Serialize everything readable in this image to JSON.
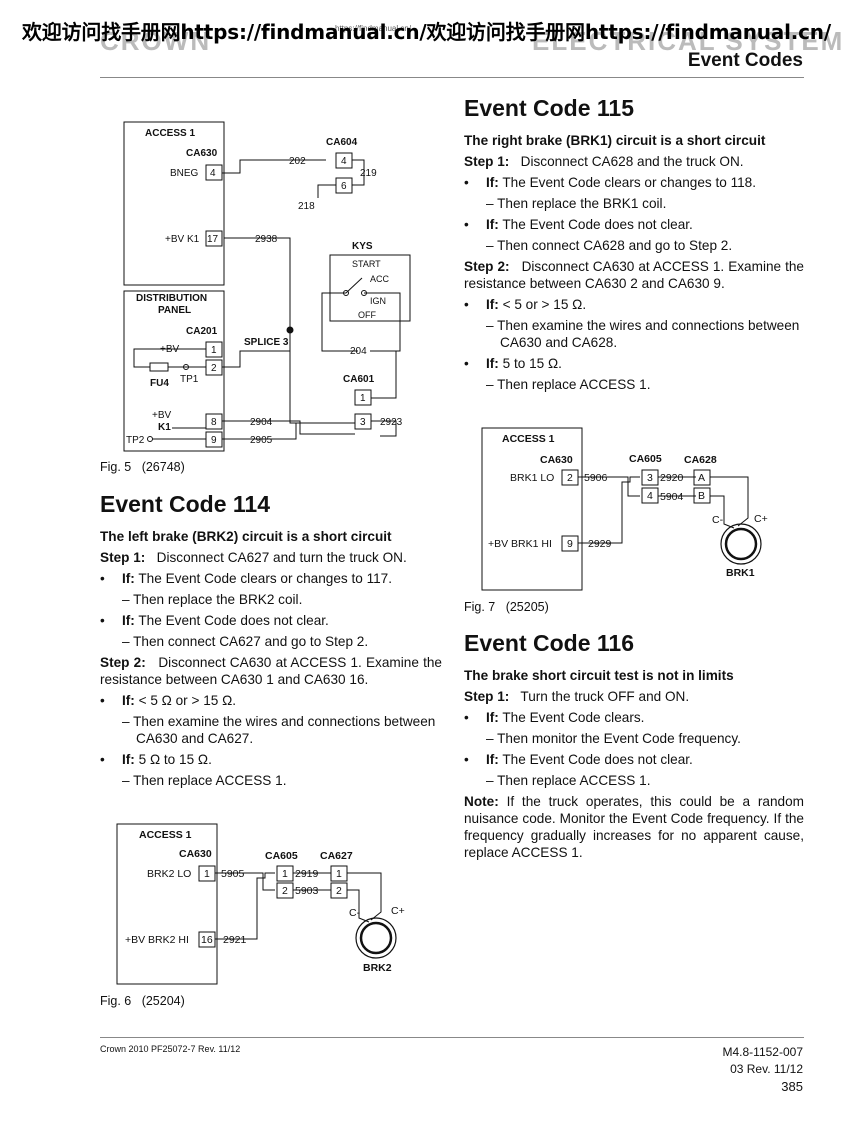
{
  "watermark": "欢迎访问找手册网https://findmanual.cn/欢迎访问找手册网https://findmanual.cn/",
  "watermark_small": "https://findmanual.cn/",
  "header": {
    "ghost_left": "CROWN",
    "ghost_right": "ELECTRICAL SYSTEM",
    "section": "Event Codes"
  },
  "fig5": {
    "caption_prefix": "Fig. 5",
    "caption_num": "(26748)",
    "access": "ACCESS 1",
    "ca630": "CA630",
    "bneg": "BNEG",
    "bneg_pin": "4",
    "bvk1": "+BV K1",
    "bvk1_pin": "17",
    "w202": "202",
    "w2938": "2938",
    "w218": "218",
    "ca604": "CA604",
    "ca604_pin_a": "4",
    "ca604_pin_b": "6",
    "w219": "219",
    "kys": "KYS",
    "start": "START",
    "acc": "ACC",
    "ign": "IGN",
    "off": "OFF",
    "dist1": "DISTRIBUTION",
    "dist2": "PANEL",
    "ca201": "CA201",
    "bv": "+BV",
    "p1": "1",
    "p2": "2",
    "fu4": "FU4",
    "tp1": "TP1",
    "splice": "SPLICE 3",
    "w204": "204",
    "ca601": "CA601",
    "ca601_p1": "1",
    "ca601_p3": "3",
    "bv2": "+BV",
    "k1": "K1",
    "tp2": "TP2",
    "p8": "8",
    "p9": "9",
    "w2904": "2904",
    "w2905": "2905",
    "w2923": "2923"
  },
  "ec114": {
    "title": "Event Code 114",
    "subtitle": "The left brake (BRK2) circuit is a short circuit",
    "step1_label": "Step 1:",
    "step1": "Disconnect CA627 and turn the truck ON.",
    "if_label": "If:",
    "b1": "The Event Code clears or changes to 117.",
    "b1d": "– Then replace the BRK2 coil.",
    "b2": "The Event Code does not clear.",
    "b2d": "– Then connect CA627 and go to Step 2.",
    "step2_label": "Step 2:",
    "step2": "Disconnect CA630 at ACCESS 1. Examine the resistance between CA630 1 and CA630 16.",
    "b3": "< 5 Ω or > 15 Ω.",
    "b3d": "– Then examine the wires and connections between CA630 and CA627.",
    "b4": "5 Ω to 15 Ω.",
    "b4d": "– Then replace ACCESS 1."
  },
  "fig6": {
    "caption_prefix": "Fig. 6",
    "caption_num": "(25204)",
    "access": "ACCESS 1",
    "ca630": "CA630",
    "lo": "BRK2 LO",
    "lo_pin": "1",
    "hi": "+BV BRK2 HI",
    "hi_pin": "16",
    "w5905": "5905",
    "w2921": "2921",
    "ca605": "CA605",
    "ca627": "CA627",
    "c1": "1",
    "c2": "2",
    "d1": "1",
    "d2": "2",
    "w2919": "2919",
    "w5903": "5903",
    "cminus": "C-",
    "cplus": "C+",
    "coil": "BRK2"
  },
  "ec115": {
    "title": "Event Code 115",
    "subtitle": "The right brake (BRK1) circuit is a short circuit",
    "step1_label": "Step 1:",
    "step1": "Disconnect CA628 and the truck ON.",
    "if_label": "If:",
    "b1": "The Event Code clears or changes to 118.",
    "b1d": "– Then replace the BRK1 coil.",
    "b2": "The Event Code does not clear.",
    "b2d": "– Then connect CA628 and go to Step 2.",
    "step2_label": "Step 2:",
    "step2": "Disconnect CA630 at ACCESS 1. Examine the resistance between CA630 2 and CA630 9.",
    "b3": "< 5 or > 15 Ω.",
    "b3d": "– Then examine the wires and connections between CA630 and CA628.",
    "b4": "5 to 15 Ω.",
    "b4d": "– Then replace ACCESS 1."
  },
  "fig7": {
    "caption_prefix": "Fig. 7",
    "caption_num": "(25205)",
    "access": "ACCESS 1",
    "ca630": "CA630",
    "lo": "BRK1 LO",
    "lo_pin": "2",
    "hi": "+BV BRK1 HI",
    "hi_pin": "9",
    "w5906": "5906",
    "w2929": "2929",
    "ca605": "CA605",
    "ca628": "CA628",
    "c3": "3",
    "c4": "4",
    "dA": "A",
    "dB": "B",
    "w2920": "2920",
    "w5904": "5904",
    "cminus": "C-",
    "cplus": "C+",
    "coil": "BRK1"
  },
  "ec116": {
    "title": "Event Code 116",
    "subtitle": "The brake short circuit test is not in limits",
    "step1_label": "Step 1:",
    "step1": "Turn the truck OFF and ON.",
    "if_label": "If:",
    "b1": "The Event Code clears.",
    "b1d": "– Then monitor the Event Code frequency.",
    "b2": "The Event Code does not clear.",
    "b2d": "– Then replace ACCESS 1.",
    "note_label": "Note:",
    "note": "If the truck operates, this could be a random nuisance code. Monitor the Event Code frequency. If the frequency gradually increases for no apparent cause, replace ACCESS 1."
  },
  "footer": {
    "left": "Crown 2010 PF25072-7 Rev. 11/12",
    "doc": "M4.8-1152-007",
    "rev": "03 Rev. 11/12",
    "page": "385"
  }
}
